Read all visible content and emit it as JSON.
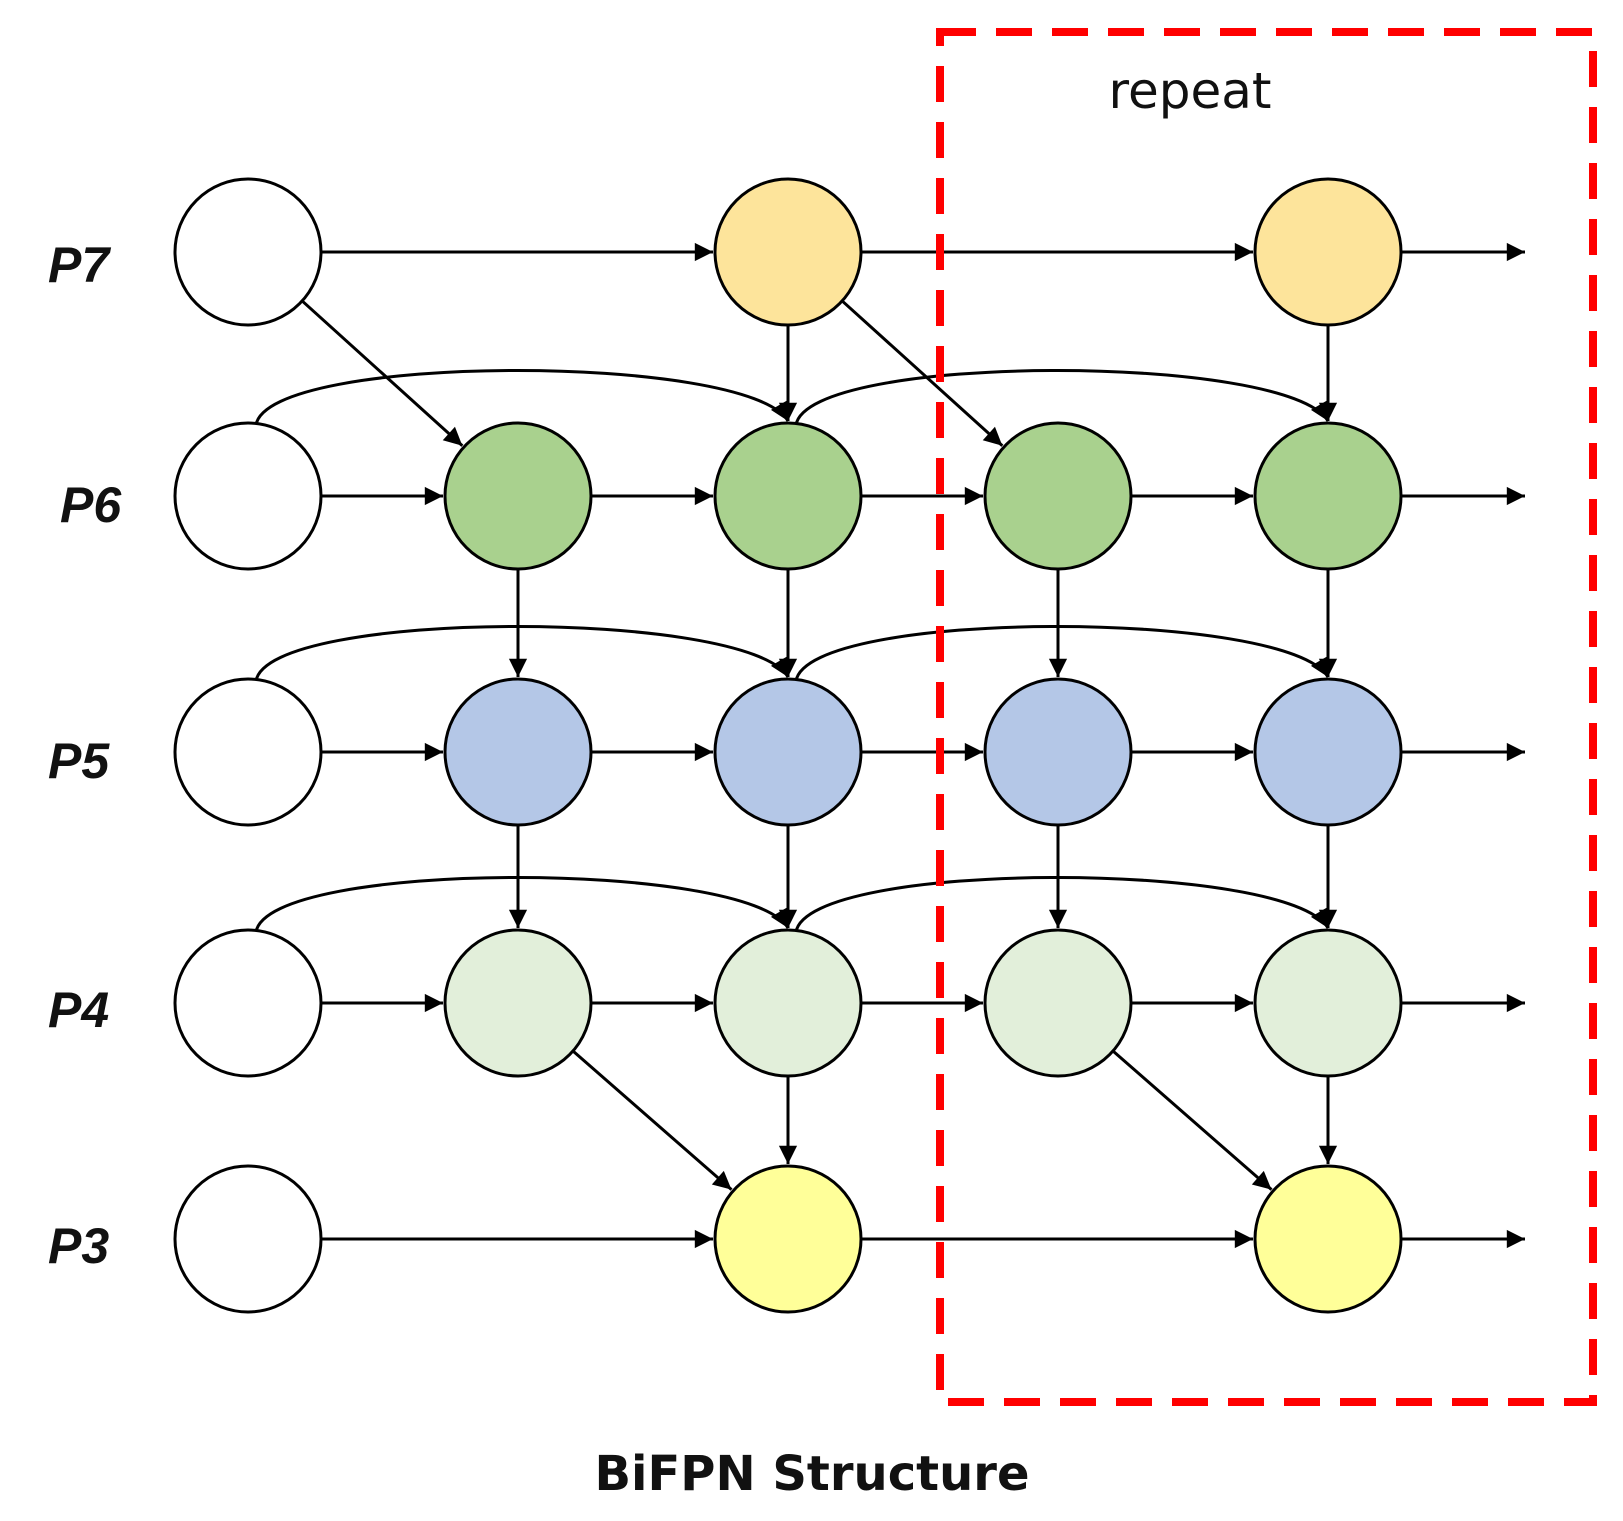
{
  "diagram": {
    "title": "BiFPN Structure",
    "repeat_label": "repeat",
    "levels": [
      "P7",
      "P6",
      "P5",
      "P4",
      "P3"
    ],
    "colors": {
      "input": "#ffffff",
      "P7": "#fde49b",
      "P6": "#a9d18e",
      "P5": "#b4c7e7",
      "P4": "#e2efda",
      "P3": "#ffff99",
      "repeat_box": "#ff0000"
    },
    "nodes": [
      {
        "id": "in_P7",
        "level": "P7",
        "column": 0,
        "color": "input"
      },
      {
        "id": "in_P6",
        "level": "P6",
        "column": 0,
        "color": "input"
      },
      {
        "id": "in_P5",
        "level": "P5",
        "column": 0,
        "color": "input"
      },
      {
        "id": "in_P4",
        "level": "P4",
        "column": 0,
        "color": "input"
      },
      {
        "id": "in_P3",
        "level": "P3",
        "column": 0,
        "color": "input"
      },
      {
        "id": "td1_P6",
        "level": "P6",
        "column": 1,
        "color": "P6"
      },
      {
        "id": "td1_P5",
        "level": "P5",
        "column": 1,
        "color": "P5"
      },
      {
        "id": "td1_P4",
        "level": "P4",
        "column": 1,
        "color": "P4"
      },
      {
        "id": "out1_P7",
        "level": "P7",
        "column": 2,
        "color": "P7"
      },
      {
        "id": "out1_P6",
        "level": "P6",
        "column": 2,
        "color": "P6"
      },
      {
        "id": "out1_P5",
        "level": "P5",
        "column": 2,
        "color": "P5"
      },
      {
        "id": "out1_P4",
        "level": "P4",
        "column": 2,
        "color": "P4"
      },
      {
        "id": "out1_P3",
        "level": "P3",
        "column": 2,
        "color": "P3"
      },
      {
        "id": "td2_P6",
        "level": "P6",
        "column": 3,
        "color": "P6"
      },
      {
        "id": "td2_P5",
        "level": "P5",
        "column": 3,
        "color": "P5"
      },
      {
        "id": "td2_P4",
        "level": "P4",
        "column": 3,
        "color": "P4"
      },
      {
        "id": "out2_P7",
        "level": "P7",
        "column": 4,
        "color": "P7"
      },
      {
        "id": "out2_P6",
        "level": "P6",
        "column": 4,
        "color": "P6"
      },
      {
        "id": "out2_P5",
        "level": "P5",
        "column": 4,
        "color": "P5"
      },
      {
        "id": "out2_P4",
        "level": "P4",
        "column": 4,
        "color": "P4"
      },
      {
        "id": "out2_P3",
        "level": "P3",
        "column": 4,
        "color": "P3"
      }
    ],
    "edges": [
      {
        "from": "in_P7",
        "to": "out1_P7"
      },
      {
        "from": "in_P7",
        "to": "td1_P6"
      },
      {
        "from": "in_P6",
        "to": "td1_P6"
      },
      {
        "from": "in_P6",
        "to": "out1_P6",
        "curved": true
      },
      {
        "from": "in_P5",
        "to": "td1_P5"
      },
      {
        "from": "in_P5",
        "to": "out1_P5",
        "curved": true
      },
      {
        "from": "in_P4",
        "to": "td1_P4"
      },
      {
        "from": "in_P4",
        "to": "out1_P4",
        "curved": true
      },
      {
        "from": "in_P3",
        "to": "out1_P3"
      },
      {
        "from": "td1_P6",
        "to": "td1_P5"
      },
      {
        "from": "td1_P5",
        "to": "td1_P4"
      },
      {
        "from": "td1_P4",
        "to": "out1_P3"
      },
      {
        "from": "td1_P6",
        "to": "out1_P6"
      },
      {
        "from": "td1_P5",
        "to": "out1_P5"
      },
      {
        "from": "td1_P4",
        "to": "out1_P4"
      },
      {
        "from": "out1_P7",
        "to": "out1_P6"
      },
      {
        "from": "out1_P6",
        "to": "out1_P5"
      },
      {
        "from": "out1_P5",
        "to": "out1_P4"
      },
      {
        "from": "out1_P4",
        "to": "out1_P3"
      },
      {
        "from": "out1_P7",
        "to": "out2_P7"
      },
      {
        "from": "out1_P7",
        "to": "td2_P6"
      },
      {
        "from": "out1_P6",
        "to": "td2_P6"
      },
      {
        "from": "out1_P6",
        "to": "out2_P6",
        "curved": true
      },
      {
        "from": "out1_P5",
        "to": "td2_P5"
      },
      {
        "from": "out1_P5",
        "to": "out2_P5",
        "curved": true
      },
      {
        "from": "out1_P4",
        "to": "td2_P4"
      },
      {
        "from": "out1_P4",
        "to": "out2_P4",
        "curved": true
      },
      {
        "from": "out1_P3",
        "to": "out2_P3"
      },
      {
        "from": "td2_P6",
        "to": "td2_P5"
      },
      {
        "from": "td2_P5",
        "to": "td2_P4"
      },
      {
        "from": "td2_P4",
        "to": "out2_P3"
      },
      {
        "from": "td2_P6",
        "to": "out2_P6"
      },
      {
        "from": "td2_P5",
        "to": "out2_P5"
      },
      {
        "from": "td2_P4",
        "to": "out2_P4"
      },
      {
        "from": "out2_P7",
        "to": "out2_P6"
      },
      {
        "from": "out2_P6",
        "to": "out2_P5"
      },
      {
        "from": "out2_P5",
        "to": "out2_P4"
      },
      {
        "from": "out2_P4",
        "to": "out2_P3"
      },
      {
        "from": "out2_P7",
        "to": "exit_P7"
      },
      {
        "from": "out2_P6",
        "to": "exit_P6"
      },
      {
        "from": "out2_P5",
        "to": "exit_P5"
      },
      {
        "from": "out2_P4",
        "to": "exit_P4"
      },
      {
        "from": "out2_P3",
        "to": "exit_P3"
      }
    ]
  }
}
